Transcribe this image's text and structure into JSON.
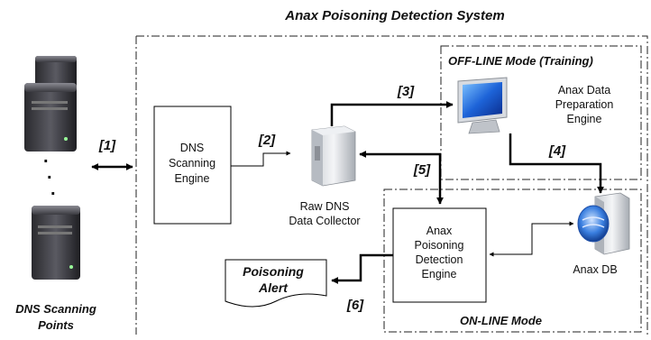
{
  "title": "Anax Poisoning Detection System",
  "scanning_points": {
    "label_line1": "DNS Scanning",
    "label_line2": "Points",
    "ellipsis": "."
  },
  "offline_region": {
    "title": "OFF-LINE Mode (Training)"
  },
  "online_region": {
    "title": "ON-LINE  Mode"
  },
  "nodes": {
    "dns_engine": {
      "line1": "DNS",
      "line2": "Scanning",
      "line3": "Engine"
    },
    "collector": {
      "line1": "Raw DNS",
      "line2": "Data Collector"
    },
    "prep_engine": {
      "line1": "Anax Data",
      "line2": "Preparation",
      "line3": "Engine"
    },
    "db": {
      "label": "Anax DB"
    },
    "detect_engine": {
      "line1": "Anax",
      "line2": "Poisoning",
      "line3": "Detection",
      "line4": "Engine"
    },
    "alert": {
      "line1": "Poisoning",
      "line2": "Alert"
    }
  },
  "edges": {
    "e1": "[1]",
    "e2": "[2]",
    "e3": "[3]",
    "e4": "[4]",
    "e5": "[5]",
    "e6": "[6]"
  },
  "icons": {
    "server": "server-tower-icon",
    "collector": "storage-server-icon",
    "monitor": "computer-monitor-icon",
    "database": "database-server-icon"
  }
}
